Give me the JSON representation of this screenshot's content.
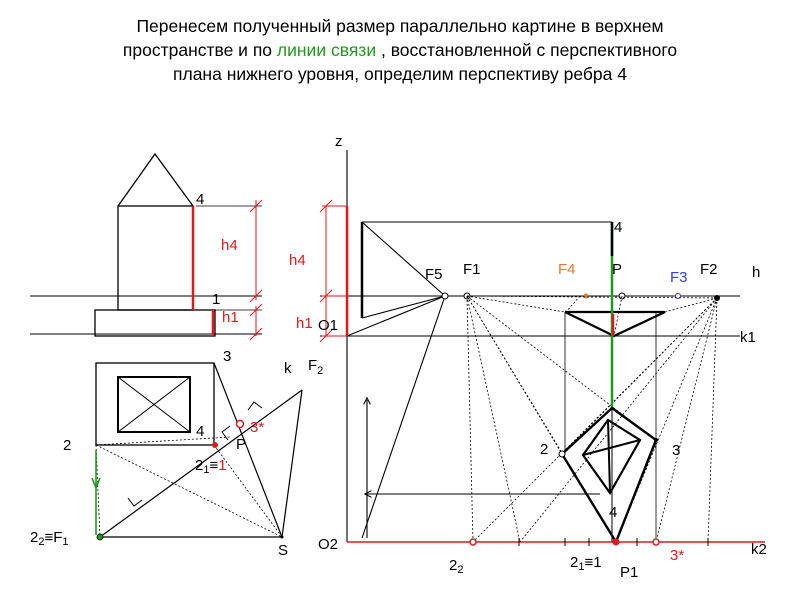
{
  "heading": {
    "before": "Перенесем полученный размер параллельно картине в верхнем",
    "line2_before": "пространстве и по ",
    "highlight": "линии связи",
    "line2_after": " , восстановленной с перспективного",
    "line3": "плана нижнего уровня, определим перспективу ребра 4"
  },
  "colors": {
    "red": "#e0191c",
    "green": "#1f9a1f",
    "orange": "#e8792a",
    "blue": "#2f3fe0",
    "black": "#000000"
  },
  "labels": {
    "left_4": "4",
    "left_h4": "h4",
    "left_1": "1",
    "left_h1": "h1",
    "plan_3": "3",
    "plan_k": "k",
    "plan_F2": "F",
    "plan_F2_sub": "2",
    "plan_2": "2",
    "plan_4": "4",
    "plan_3star": "3*",
    "plan_P": "P",
    "plan_21": "2",
    "plan_21_sub": "1",
    "plan_21_eq": "≡",
    "plan_21_red": "1",
    "plan_22F1": "2",
    "plan_22F1_sub": "2",
    "plan_22F1_rest": "≡F",
    "plan_22F1_sub2": "1",
    "plan_S": "S",
    "z": "z",
    "mid_h4": "h4",
    "mid_h1": "h1",
    "O1": "O1",
    "O2": "O2",
    "F5": "F5",
    "F1": "F1",
    "F4": "F4",
    "P": "P",
    "F3": "F3",
    "F2": "F2",
    "h": "h",
    "k1": "k1",
    "top_4": "4",
    "persp_2": "2",
    "persp_3": "3",
    "persp_4": "4",
    "k2": "k2",
    "bottom_22": "2",
    "bottom_22_sub": "2",
    "bottom_21": "2",
    "bottom_21_sub": "1",
    "bottom_21_eq": "≡1",
    "bottom_P1": "P1",
    "bottom_3star": "3*"
  }
}
